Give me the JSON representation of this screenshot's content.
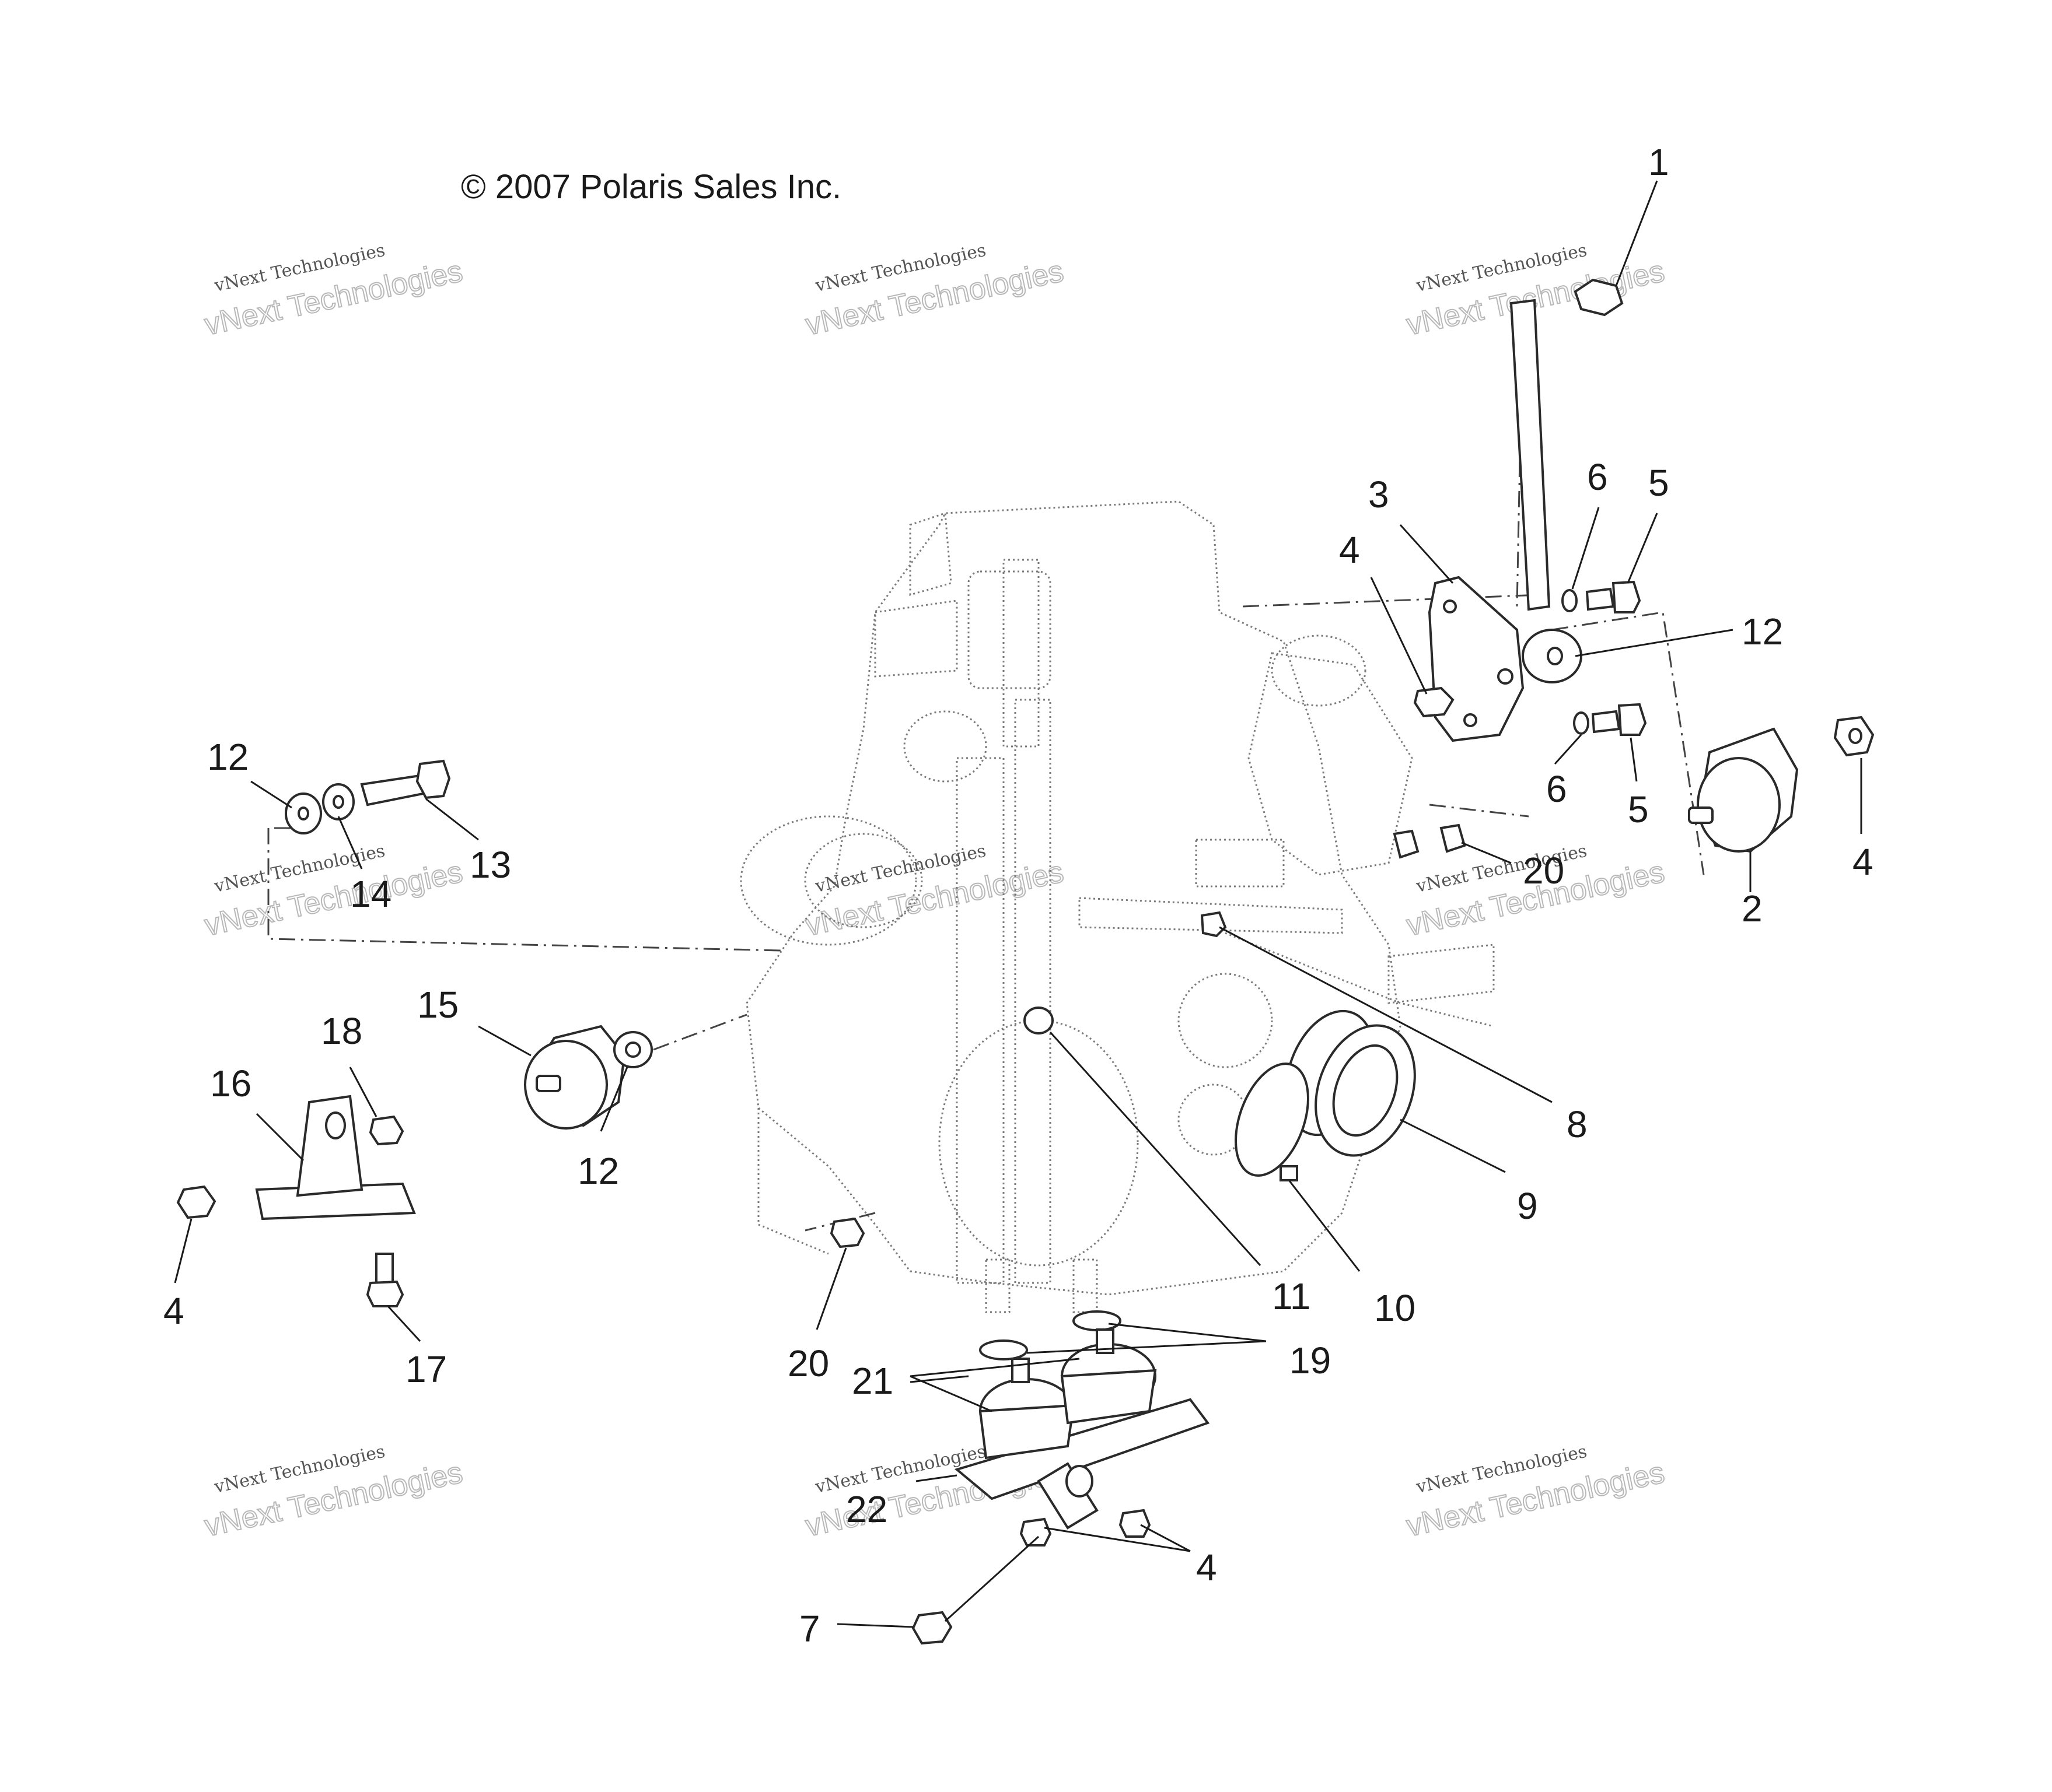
{
  "copyright": "© 2007 Polaris Sales Inc.",
  "watermark": {
    "line1": "vNext Technologies",
    "line2": "vNext Technologies"
  },
  "labels": [
    {
      "id": "l1",
      "text": "1"
    },
    {
      "id": "l3",
      "text": "3"
    },
    {
      "id": "l6a",
      "text": "6"
    },
    {
      "id": "l5a",
      "text": "5"
    },
    {
      "id": "l4a",
      "text": "4"
    },
    {
      "id": "l12a",
      "text": "12"
    },
    {
      "id": "l6b",
      "text": "6"
    },
    {
      "id": "l5b",
      "text": "5"
    },
    {
      "id": "l20a",
      "text": "20"
    },
    {
      "id": "l4b",
      "text": "4"
    },
    {
      "id": "l2",
      "text": "2"
    },
    {
      "id": "l12b",
      "text": "12"
    },
    {
      "id": "l14",
      "text": "14"
    },
    {
      "id": "l13",
      "text": "13"
    },
    {
      "id": "l15",
      "text": "15"
    },
    {
      "id": "l18",
      "text": "18"
    },
    {
      "id": "l16",
      "text": "16"
    },
    {
      "id": "l12c",
      "text": "12"
    },
    {
      "id": "l4c",
      "text": "4"
    },
    {
      "id": "l17",
      "text": "17"
    },
    {
      "id": "l8",
      "text": "8"
    },
    {
      "id": "l9",
      "text": "9"
    },
    {
      "id": "l11",
      "text": "11"
    },
    {
      "id": "l10",
      "text": "10"
    },
    {
      "id": "l20b",
      "text": "20"
    },
    {
      "id": "l19",
      "text": "19"
    },
    {
      "id": "l21",
      "text": "21"
    },
    {
      "id": "l22",
      "text": "22"
    },
    {
      "id": "l4d",
      "text": "4"
    },
    {
      "id": "l7",
      "text": "7"
    }
  ]
}
